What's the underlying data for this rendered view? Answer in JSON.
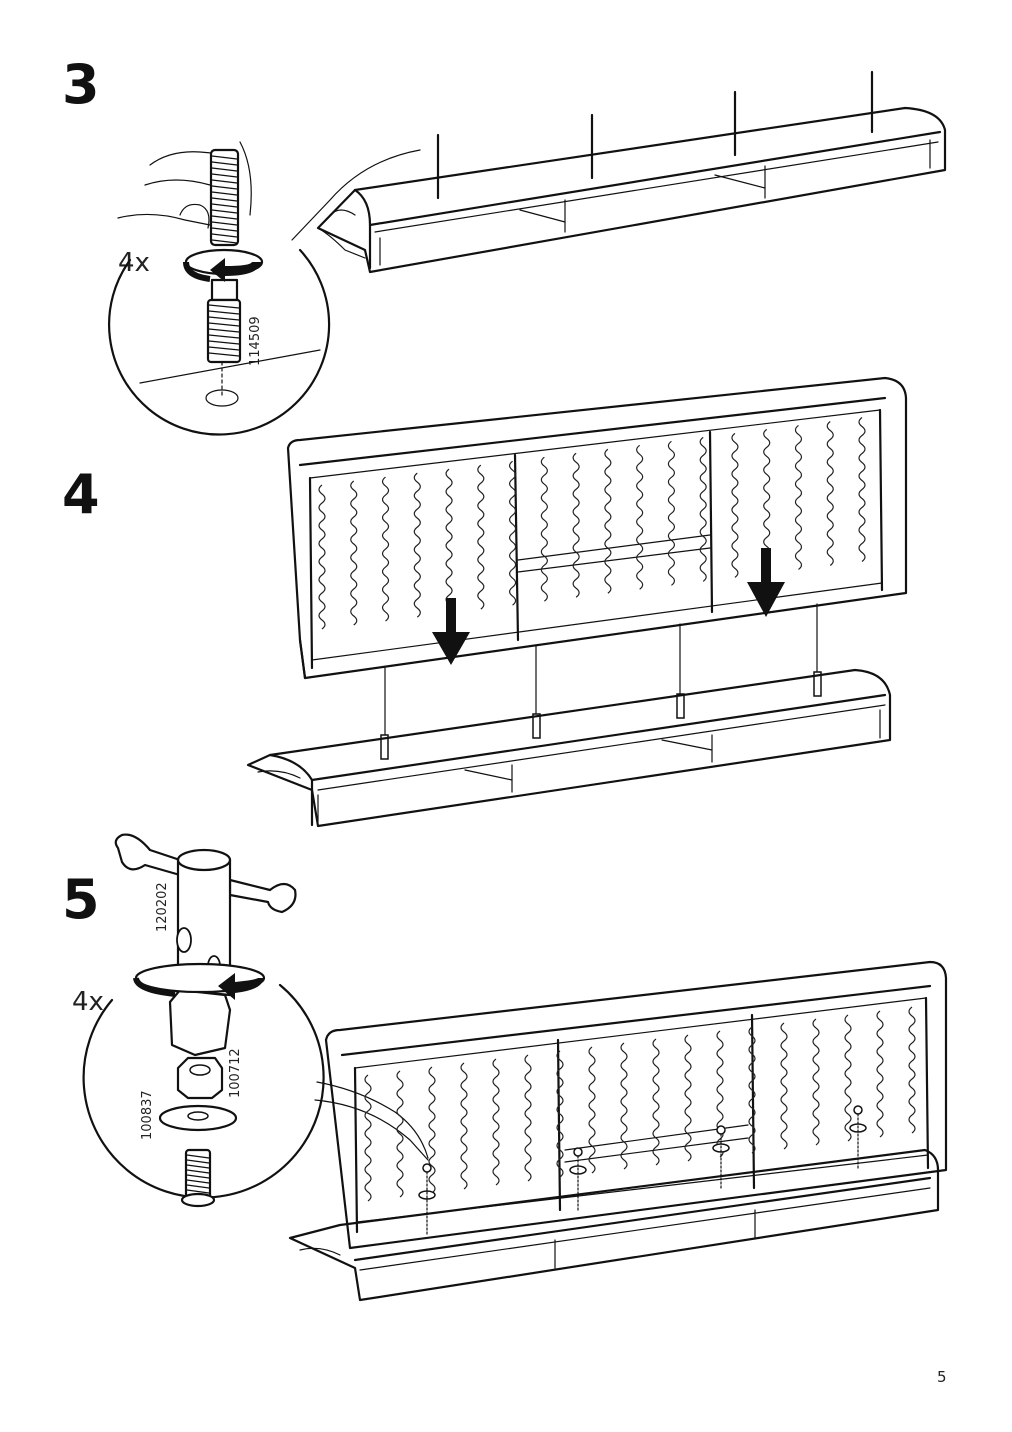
{
  "steps": [
    {
      "number": "3",
      "quantity": "4x",
      "parts": [
        "114509"
      ]
    },
    {
      "number": "4"
    },
    {
      "number": "5",
      "quantity": "4x",
      "parts": [
        "120202",
        "100712",
        "100837"
      ]
    }
  ],
  "page": {
    "number": "5"
  },
  "icons": [
    "threaded-bolt-icon",
    "rotate-arrow-icon",
    "down-arrow-icon",
    "hex-key-tool-icon",
    "nut-icon",
    "washer-icon"
  ]
}
